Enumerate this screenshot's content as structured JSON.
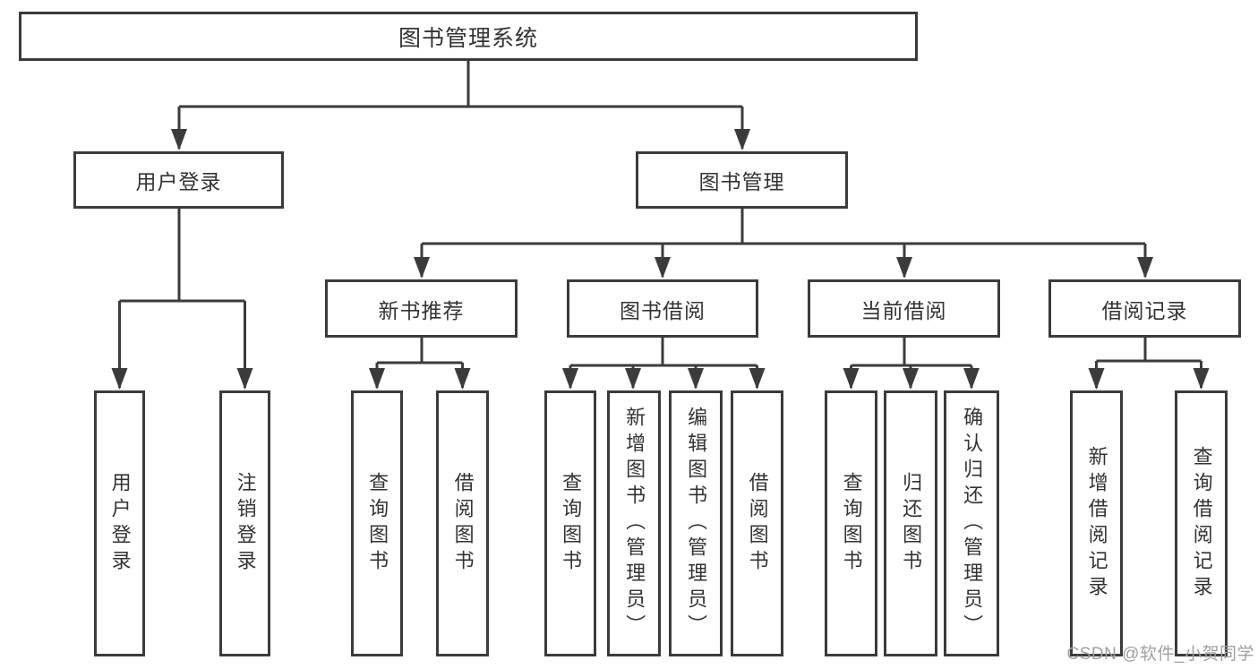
{
  "diagram": {
    "title": "图书管理系统",
    "line_color": "#3b3b3b",
    "box_border_color": "#3b3b3b",
    "text_color": "#333333",
    "root": {
      "label": "图书管理系统"
    },
    "level2": [
      {
        "label": "用户登录"
      },
      {
        "label": "图书管理"
      }
    ],
    "level3": [
      {
        "label": "新书推荐",
        "parent": "图书管理"
      },
      {
        "label": "图书借阅",
        "parent": "图书管理"
      },
      {
        "label": "当前借阅",
        "parent": "图书管理"
      },
      {
        "label": "借阅记录",
        "parent": "图书管理"
      }
    ],
    "level4": [
      {
        "label": "用户登录",
        "parent": "用户登录"
      },
      {
        "label": "注销登录",
        "parent": "用户登录"
      },
      {
        "label": "查询图书",
        "parent": "新书推荐"
      },
      {
        "label": "借阅图书",
        "parent": "新书推荐"
      },
      {
        "label": "查询图书",
        "parent": "图书借阅"
      },
      {
        "label": "新增图书（管理员）",
        "parent": "图书借阅"
      },
      {
        "label": "编辑图书（管理员）",
        "parent": "图书借阅"
      },
      {
        "label": "借阅图书",
        "parent": "图书借阅"
      },
      {
        "label": "查询图书",
        "parent": "当前借阅"
      },
      {
        "label": "归还图书",
        "parent": "当前借阅"
      },
      {
        "label": "确认归还（管理员）",
        "parent": "当前借阅"
      },
      {
        "label": "新增借阅记录",
        "parent": "借阅记录"
      },
      {
        "label": "查询借阅记录",
        "parent": "借阅记录"
      }
    ]
  },
  "watermark": {
    "text": "CSDN @软件_小贺同学",
    "color": "#9f9f9f"
  }
}
